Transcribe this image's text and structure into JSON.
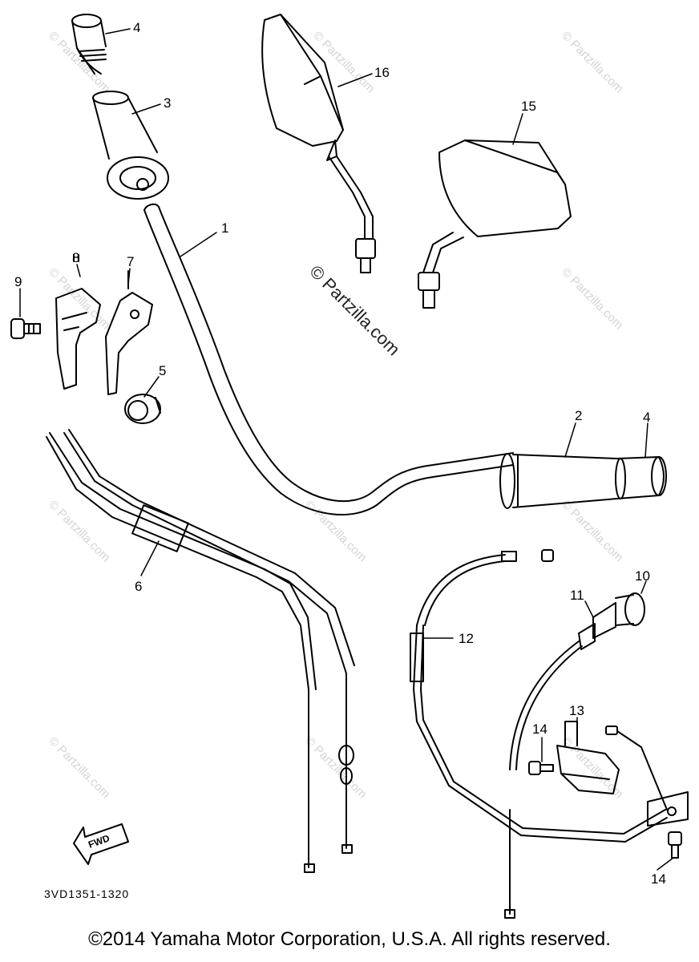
{
  "diagram": {
    "part_labels": [
      "1",
      "2",
      "3",
      "4",
      "4",
      "5",
      "6",
      "7",
      "8",
      "9",
      "10",
      "11",
      "12",
      "13",
      "14",
      "14",
      "15",
      "16"
    ],
    "watermark_main": "© Partzilla.com",
    "watermark_small": "© Partzilla.com",
    "drawing_code": "3VD1351-1320",
    "fwd_label": "FWD"
  },
  "footer": {
    "copyright": "©2014 Yamaha Motor Corporation, U.S.A. All rights reserved."
  }
}
